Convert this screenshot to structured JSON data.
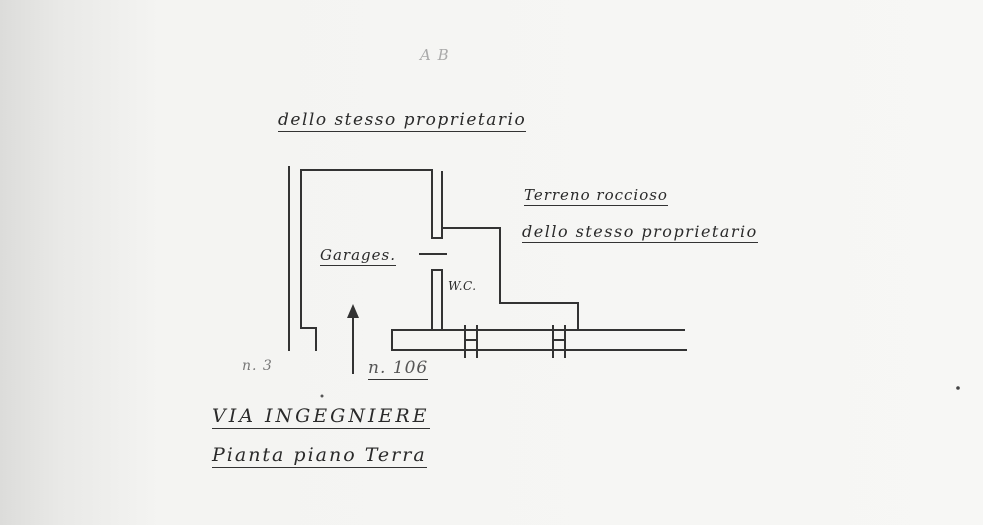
{
  "labels": {
    "faint_mark": "A B",
    "top_note": "dello stesso proprietario",
    "terrain_line1": "Terreno roccioso",
    "terrain_line2": "dello stesso proprietario",
    "garage": "Garages.",
    "wc": "W.C.",
    "marker_left": "n. 3",
    "marker_right": "n. 106",
    "street": "VIA INGEGNIERE",
    "plan_title": "Pianta piano Terra"
  },
  "colors": {
    "ink": "#333333",
    "paper": "#f7f7f5"
  }
}
